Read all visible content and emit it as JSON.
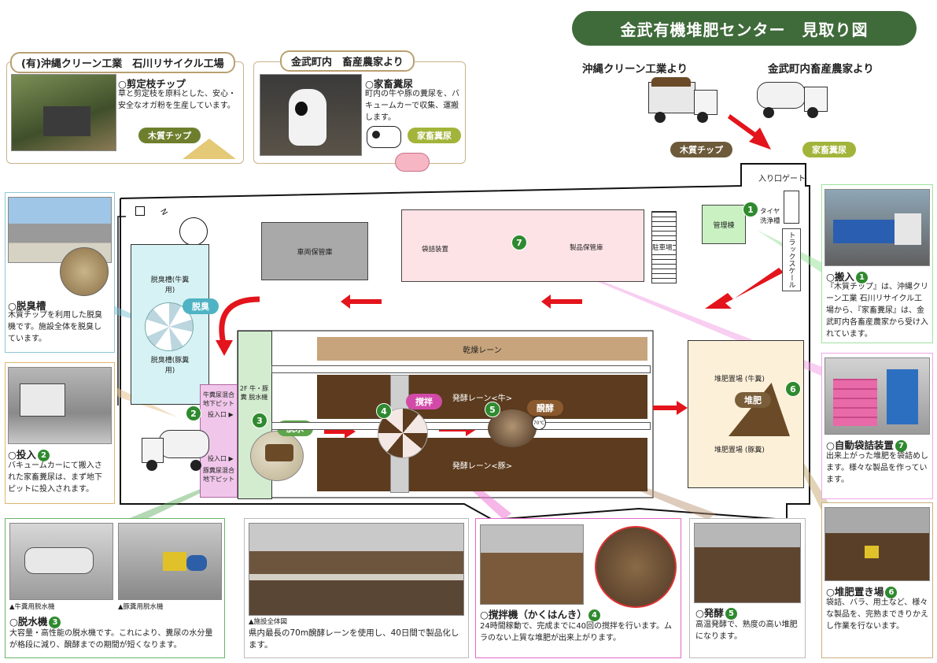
{
  "title": "金武有機堆肥センター　見取り図",
  "supplier1": {
    "header": "(有)沖縄クリーン工業　石川リサイクル工場",
    "caption_title": "○剪定枝チップ",
    "caption_body": "草と剪定枝を原料とした、安心・安全なオガ粉を生産しています。",
    "tag": "木質チップ"
  },
  "supplier2": {
    "header": "金武町内　畜産農家より",
    "caption_title": "○家畜糞尿",
    "caption_body": "町内の牛や豚の糞尿を、バキュームカーで収集、運搬します。",
    "tag": "家畜糞尿"
  },
  "trucks": {
    "label1": "沖縄クリーン工業より",
    "label2": "金武町内畜産農家より",
    "tag1": "木質チップ",
    "tag2": "家畜糞尿"
  },
  "map": {
    "gate": "入り口ゲート",
    "admin": "管理棟",
    "tire_wash": "タイヤ洗浄槽",
    "truck_scale": "トラックスケール",
    "vehicle_storage": "車両保管庫",
    "bagging": "袋詰装置",
    "product_storage": "製品保管庫",
    "parking": "駐車場",
    "deodor_tank_cow": "脱臭槽(牛糞用)",
    "deodor_tank_pig": "脱臭槽(豚糞用)",
    "deodor_label": "脱臭",
    "drying_lane": "乾燥レーン",
    "ferm_lane_cow": "発酵レーン<牛>",
    "ferm_lane_pig": "発酵レーン<豚>",
    "dewater_bldg": "2F 牛・豚糞 脱水機",
    "dewater_label": "脱水",
    "pit_cow": "牛糞尿混合地下ピット",
    "pit_pig": "豚糞尿混合地下ピット",
    "inlet1": "投入口 ▶",
    "inlet2": "投入口 ▶",
    "stir_label": "撹拌",
    "ferment_label": "醗酵",
    "compost_label": "堆肥",
    "compost_cow": "堆肥置場 (牛糞)",
    "compost_pig": "堆肥置場 (豚糞)",
    "north": "N",
    "temp": "70℃"
  },
  "desc_deodor": {
    "title": "○脱臭槽",
    "body": "木質チップを利用した脱臭機です。施設全体を脱臭しています。"
  },
  "desc_input": {
    "title": "○投入",
    "num": "2",
    "body": "バキュームカーにて搬入された家畜糞尿は、まず地下ピットに投入されます。"
  },
  "desc_dewater": {
    "photo1": "▲牛糞用脱水機",
    "photo2": "▲豚糞用脱水機",
    "title": "○脱水機",
    "num": "3",
    "body": "大容量・高性能の脱水機です。これにより、糞尿の水分量が格段に減り、醗酵までの期間が短くなります。"
  },
  "desc_overall": {
    "photo": "▲施設全体図",
    "body": "県内最長の70m醗酵レーンを使用し、40日間で製品化します。"
  },
  "desc_stir": {
    "title": "○撹拌機（かくはんき）",
    "num": "4",
    "body": "24時間稼動で、完成までに40回の撹拌を行います。ムラのない上質な堆肥が出来上がります。"
  },
  "desc_ferment": {
    "title": "○発酵",
    "num": "5",
    "body": "高温発酵で、熟度の高い堆肥になります。"
  },
  "desc_compost": {
    "title": "○堆肥置き場",
    "num": "6",
    "body": "袋詰、バラ、用土など、様々な製品を、完熟まできりかえし作業を行ないます。"
  },
  "desc_bagging": {
    "title": "○自動袋詰装置",
    "num": "7",
    "body": "出来上がった堆肥を袋詰めします。様々な製品を作っています。"
  },
  "desc_receive": {
    "title": "○搬入",
    "num": "1",
    "body": "『木質チップ』は、沖縄クリーン工業 石川リサイクル工場から、『家畜糞尿』は、金武町内各畜産農家から受け入れています。"
  },
  "colors": {
    "green_title": "#3f6b3a",
    "step_green": "#2f8a2f",
    "lane_brown": "#5c3b1e",
    "arrow_red": "#e3141b"
  }
}
